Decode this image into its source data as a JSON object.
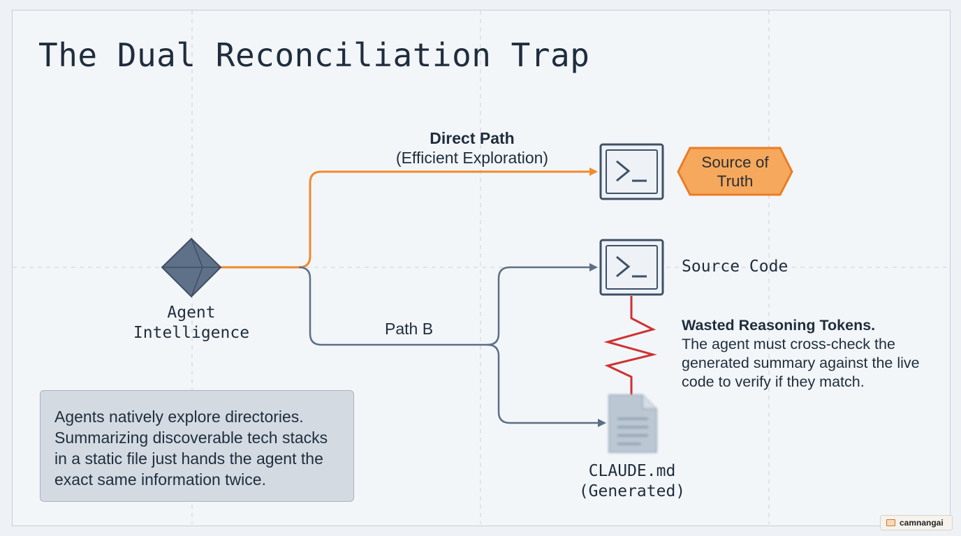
{
  "title": "The Dual Reconciliation Trap",
  "nodes": {
    "agent": {
      "line1": "Agent",
      "line2": "Intelligence"
    },
    "source_of_truth": {
      "line1": "Source of",
      "line2": "Truth"
    },
    "source_code": "Source Code",
    "claude_md": {
      "line1": "CLAUDE.md",
      "line2": "(Generated)"
    }
  },
  "paths": {
    "direct": {
      "title": "Direct Path",
      "subtitle": "(Efficient Exploration)"
    },
    "path_b": "Path B"
  },
  "wasted": {
    "heading": "Wasted Reasoning Tokens.",
    "body": "The agent must cross-check the generated summary against the live code to verify if they match."
  },
  "callout": "Agents natively explore directories. Summarizing discoverable tech stacks in a static file just hands the agent the exact same information twice.",
  "watermark": "camnangai",
  "colors": {
    "orange": "#f08a2c",
    "slate": "#5b6f85",
    "red": "#cf3232",
    "text": "#1f2d3d"
  }
}
